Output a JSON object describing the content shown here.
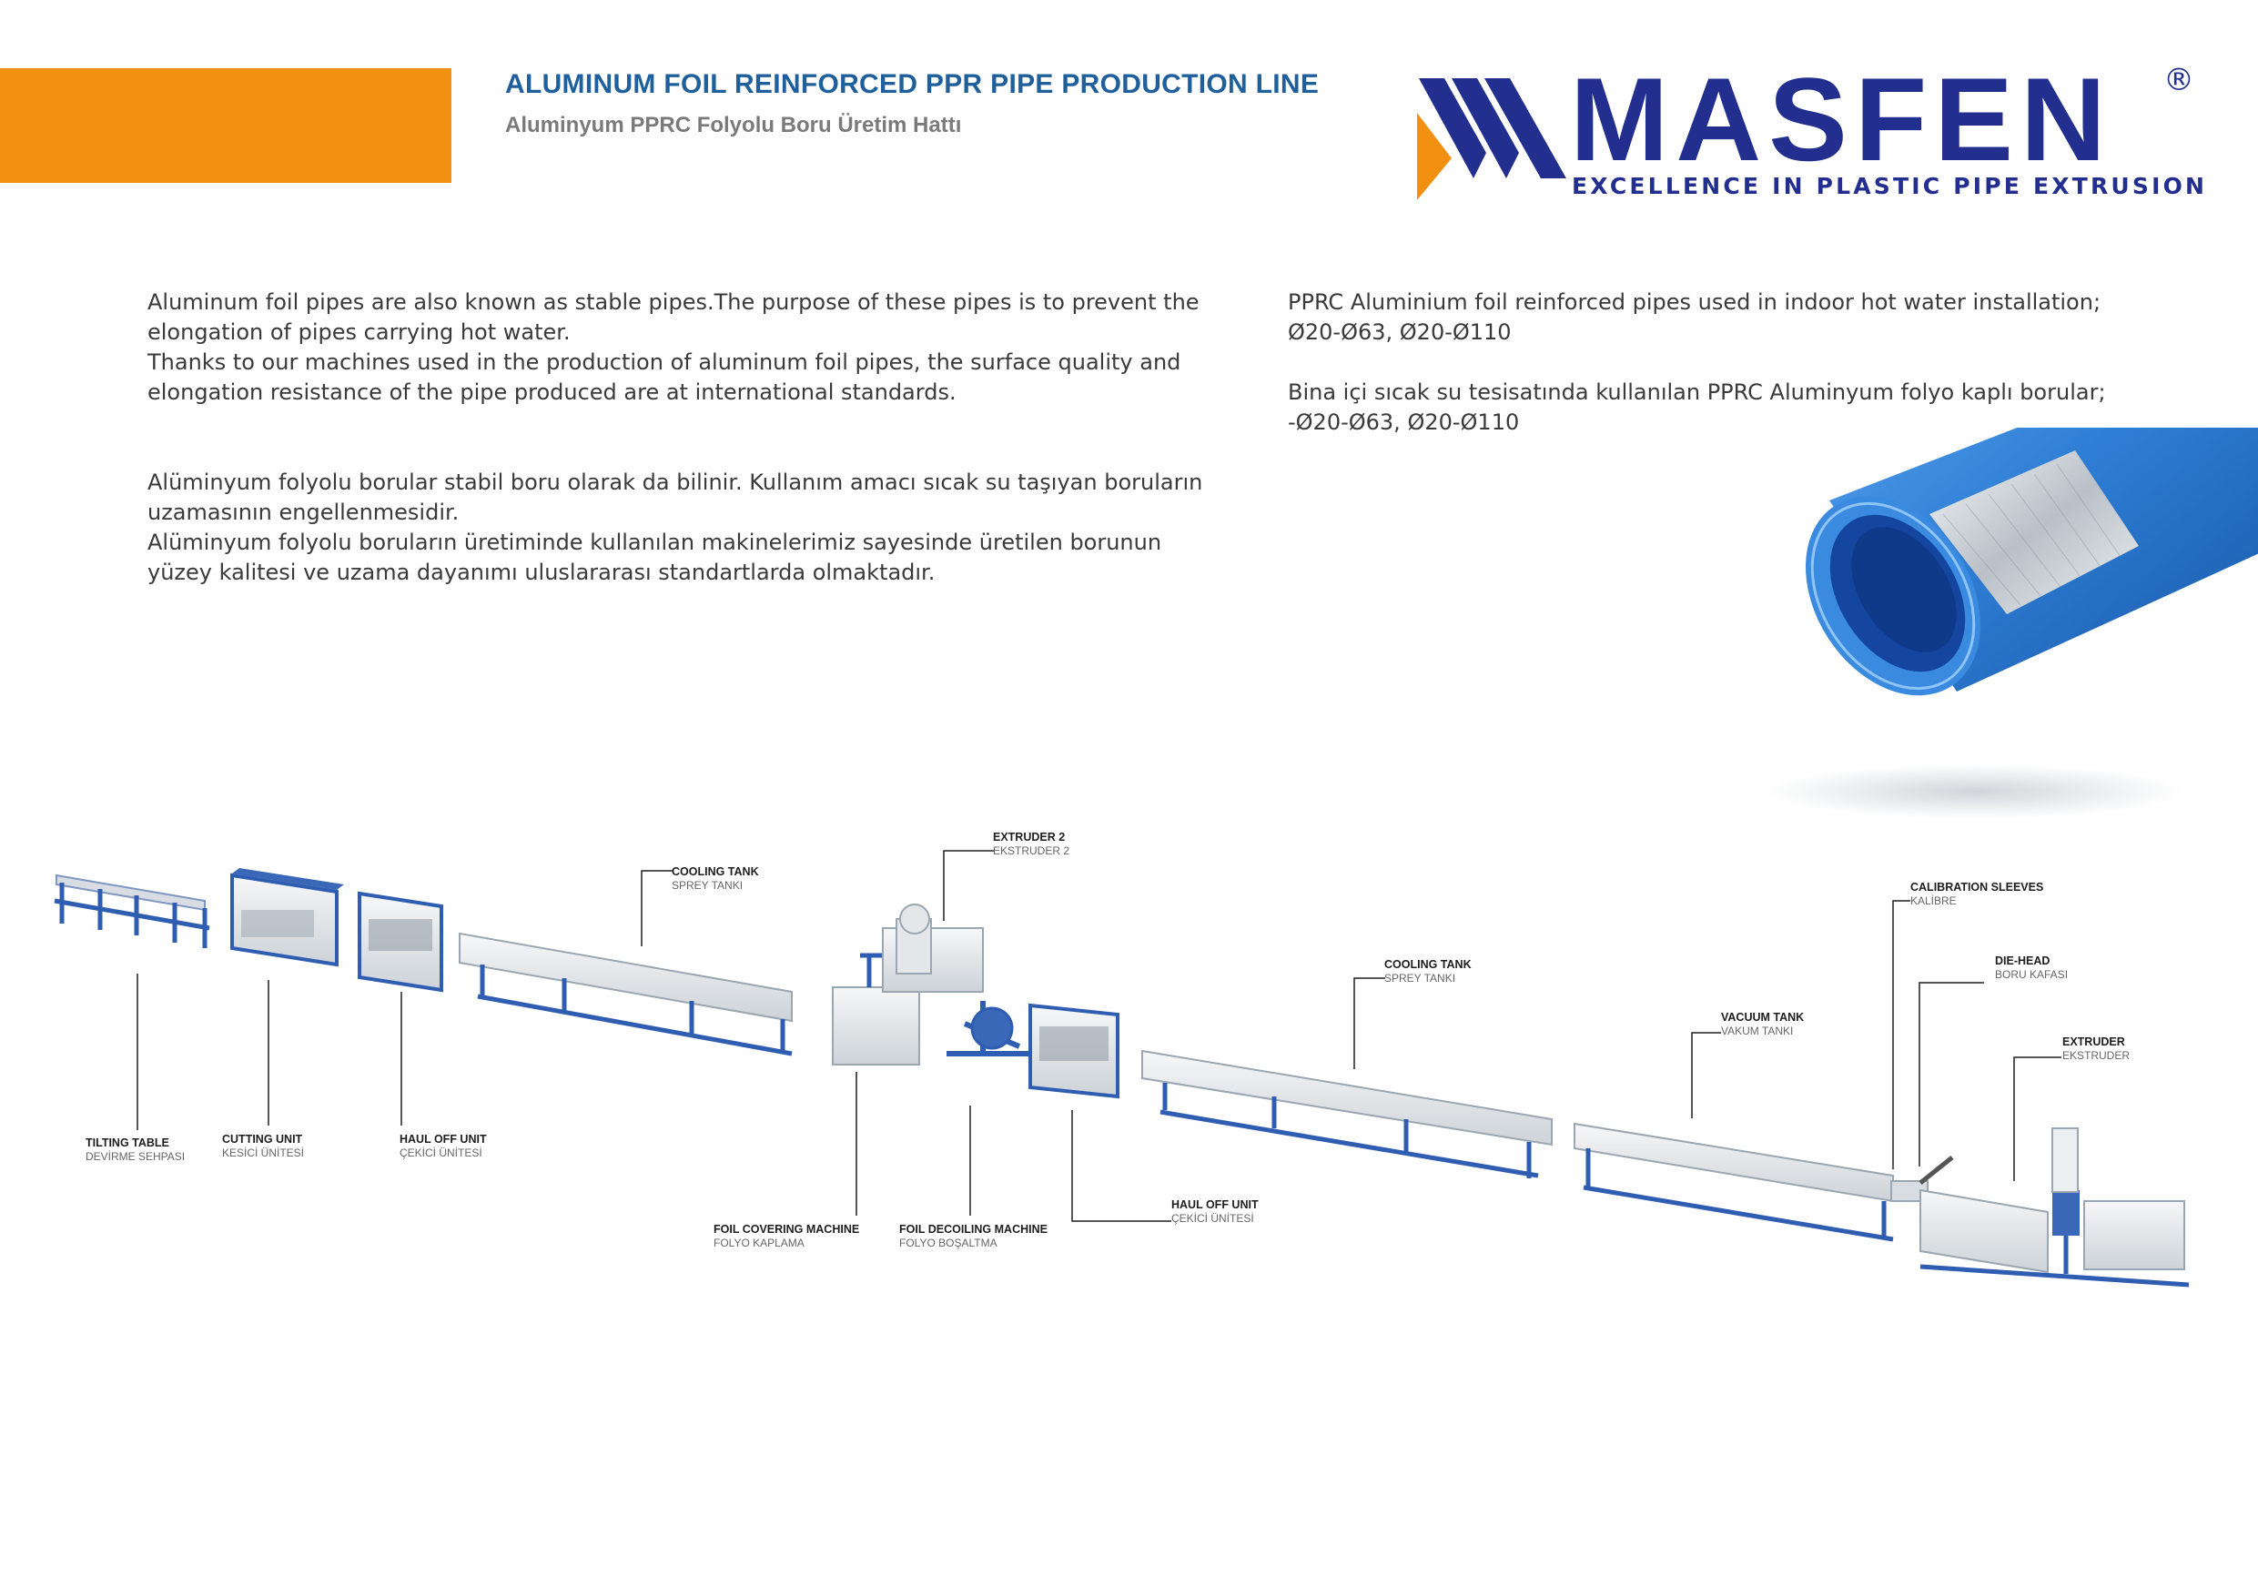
{
  "header": {
    "title": "ALUMINUM FOIL REINFORCED PPR PIPE PRODUCTION LINE",
    "subtitle": "Aluminyum PPRC Folyolu Boru Üretim Hattı"
  },
  "logo": {
    "name": "MASFEN",
    "registered": "®",
    "tagline": "EXCELLENCE IN PLASTIC PIPE EXTRUSION",
    "colors": {
      "primary": "#232f8e",
      "accent": "#f29111"
    }
  },
  "intro_en": {
    "p1": "Aluminum foil pipes are also known as stable pipes.The purpose of these pipes  is to prevent the elongation of pipes carrying hot water.",
    "p2": "Thanks to our machines used in the production of aluminum foil pipes, the surface quality and elongation resistance of the pipe produced are at international standards."
  },
  "intro_tr": {
    "p1": "Alüminyum folyolu borular stabil boru olarak da bilinir. Kullanım amacı sıcak su taşıyan boruların uzamasının engellenmesidir.",
    "p2": "Alüminyum folyolu boruların üretiminde kullanılan makinelerimiz sayesinde üretilen borunun yüzey kalitesi ve uzama dayanımı uluslararası standartlarda olmaktadır."
  },
  "usage": {
    "en_line1": "PPRC Aluminium foil reinforced pipes used in indoor hot water installation;",
    "en_line2": "Ø20-Ø63, Ø20-Ø110",
    "tr_line1": "Bina içi sıcak su tesisatında kullanılan PPRC Aluminyum folyo kaplı borular;",
    "tr_line2": "-Ø20-Ø63, Ø20-Ø110"
  },
  "colors": {
    "pipe_blue": "#2f7fd6",
    "machine_frame": "#3b67b8",
    "machine_body": "#e9ecef"
  },
  "components": {
    "tilting_table": {
      "en": "TILTING TABLE",
      "tr": "DEVİRME SEHPASI"
    },
    "cutting_unit": {
      "en": "CUTTING UNIT",
      "tr": "KESİCİ ÜNİTESİ"
    },
    "haul_off_1": {
      "en": "HAUL OFF UNIT",
      "tr": "ÇEKİCİ ÜNİTESİ"
    },
    "cooling_tank_1": {
      "en": "COOLING TANK",
      "tr": "SPREY TANKI"
    },
    "extruder_2": {
      "en": "EXTRUDER 2",
      "tr": "EKSTRUDER 2"
    },
    "foil_covering": {
      "en": "FOIL COVERING MACHINE",
      "tr": "FOLYO KAPLAMA"
    },
    "foil_decoiling": {
      "en": "FOIL DECOILING MACHINE",
      "tr": "FOLYO BOŞALTMA"
    },
    "haul_off_2": {
      "en": "HAUL OFF UNIT",
      "tr": "ÇEKİCİ ÜNİTESİ"
    },
    "cooling_tank_2": {
      "en": "COOLING TANK",
      "tr": "SPREY TANKI"
    },
    "vacuum_tank": {
      "en": "VACUUM TANK",
      "tr": "VAKUM TANKI"
    },
    "calibration_sleeves": {
      "en": "CALIBRATION SLEEVES",
      "tr": "KALİBRE"
    },
    "die_head": {
      "en": "DIE-HEAD",
      "tr": "BORU KAFASI"
    },
    "extruder": {
      "en": "EXTRUDER",
      "tr": "EKSTRUDER"
    }
  }
}
